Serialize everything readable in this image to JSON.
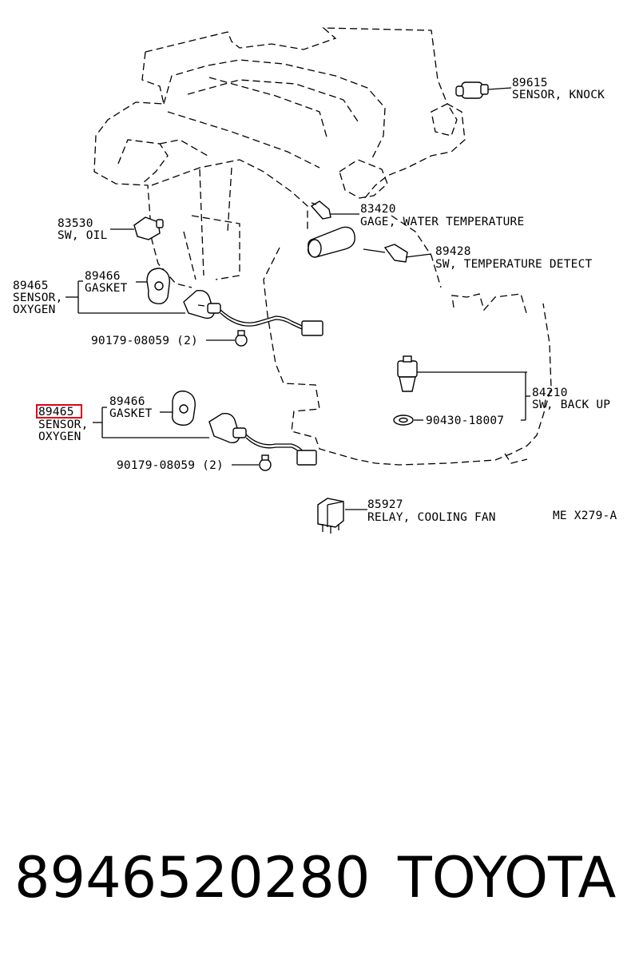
{
  "diagram": {
    "callouts": {
      "knock_num": "89615",
      "knock_name": "SENSOR, KNOCK",
      "water_num": "83420",
      "water_name": "GAGE, WATER TEMPERATURE",
      "oil_num": "83530",
      "oil_name": "SW, OIL",
      "tempdet_num": "89428",
      "tempdet_name": "SW, TEMPERATURE DETECT",
      "oxy1_num": "89465",
      "oxy1_name1": "SENSOR,",
      "oxy1_name2": "OXYGEN",
      "gasket1_num": "89466",
      "gasket1_name": "GASKET",
      "nut1": "90179-08059 (2)",
      "oxy2_num": "89465",
      "oxy2_name1": "SENSOR,",
      "oxy2_name2": "OXYGEN",
      "gasket2_num": "89466",
      "gasket2_name": "GASKET",
      "nut2": "90179-08059 (2)",
      "backup_num": "84210",
      "backup_name": "SW, BACK UP",
      "washer": "90430-18007",
      "relay_num": "85927",
      "relay_name": "RELAY, COOLING FAN",
      "figure_code": "ME X279-A"
    },
    "highlight_color": "#e0001a"
  },
  "footer": {
    "part_number": "8946520280",
    "brand": "TOYOTA"
  }
}
